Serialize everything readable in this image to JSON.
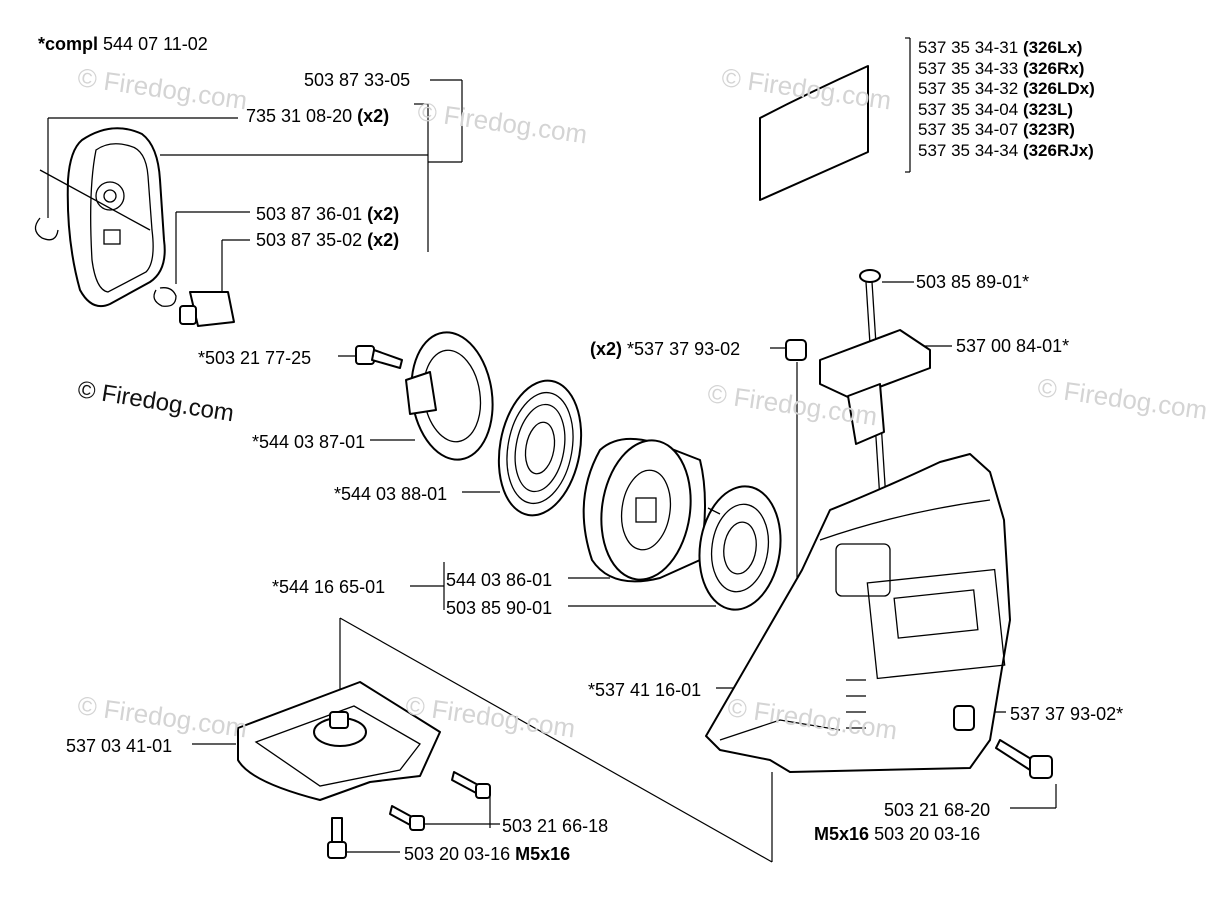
{
  "watermark": "© Firedog.com",
  "compl_prefix": "*compl",
  "compl_number": "544 07 11-02",
  "labels": {
    "p_503873305": "503 87 33-05",
    "p_735310820": "735 31 08-20",
    "p_735310820_qty": "(x2)",
    "p_503873601": "503 87 36-01",
    "p_503873601_qty": "(x2)",
    "p_503873502": "503 87 35-02",
    "p_503873502_qty": "(x2)",
    "p_503217725": "*503 21 77-25",
    "p_544038701": "*544 03 87-01",
    "p_544038801": "*544 03 88-01",
    "p_544166501": "*544 16 65-01",
    "p_544038601": "544 03 86-01",
    "p_503859001": "503 85 90-01",
    "p_537379302_top_qty": "(x2)",
    "p_537379302_top": "*537 37 93-02",
    "p_503858901": "503 85 89-01*",
    "p_537008401": "537 00 84-01*",
    "p_537411601": "*537 41 16-01",
    "p_537379302_bottom": "537 37 93-02*",
    "p_503216820": "503 21 68-20",
    "p_m5x16_a": "M5x16",
    "p_503200316_a": "503 20 03-16",
    "p_537034101": "537 03 41-01",
    "p_503216618": "503 21 66-18",
    "p_503200316_b": "503 20 03-16",
    "p_m5x16_b": "M5x16"
  },
  "variants": [
    {
      "number": "537 35 34-31",
      "model": "(326Lx)"
    },
    {
      "number": "537 35 34-33",
      "model": "(326Rx)"
    },
    {
      "number": "537 35 34-32",
      "model": "(326LDx)"
    },
    {
      "number": "537 35 34-04",
      "model": "(323L)"
    },
    {
      "number": "537 35 34-07",
      "model": "(323R)"
    },
    {
      "number": "537 35 34-34",
      "model": "(326RJx)"
    }
  ]
}
